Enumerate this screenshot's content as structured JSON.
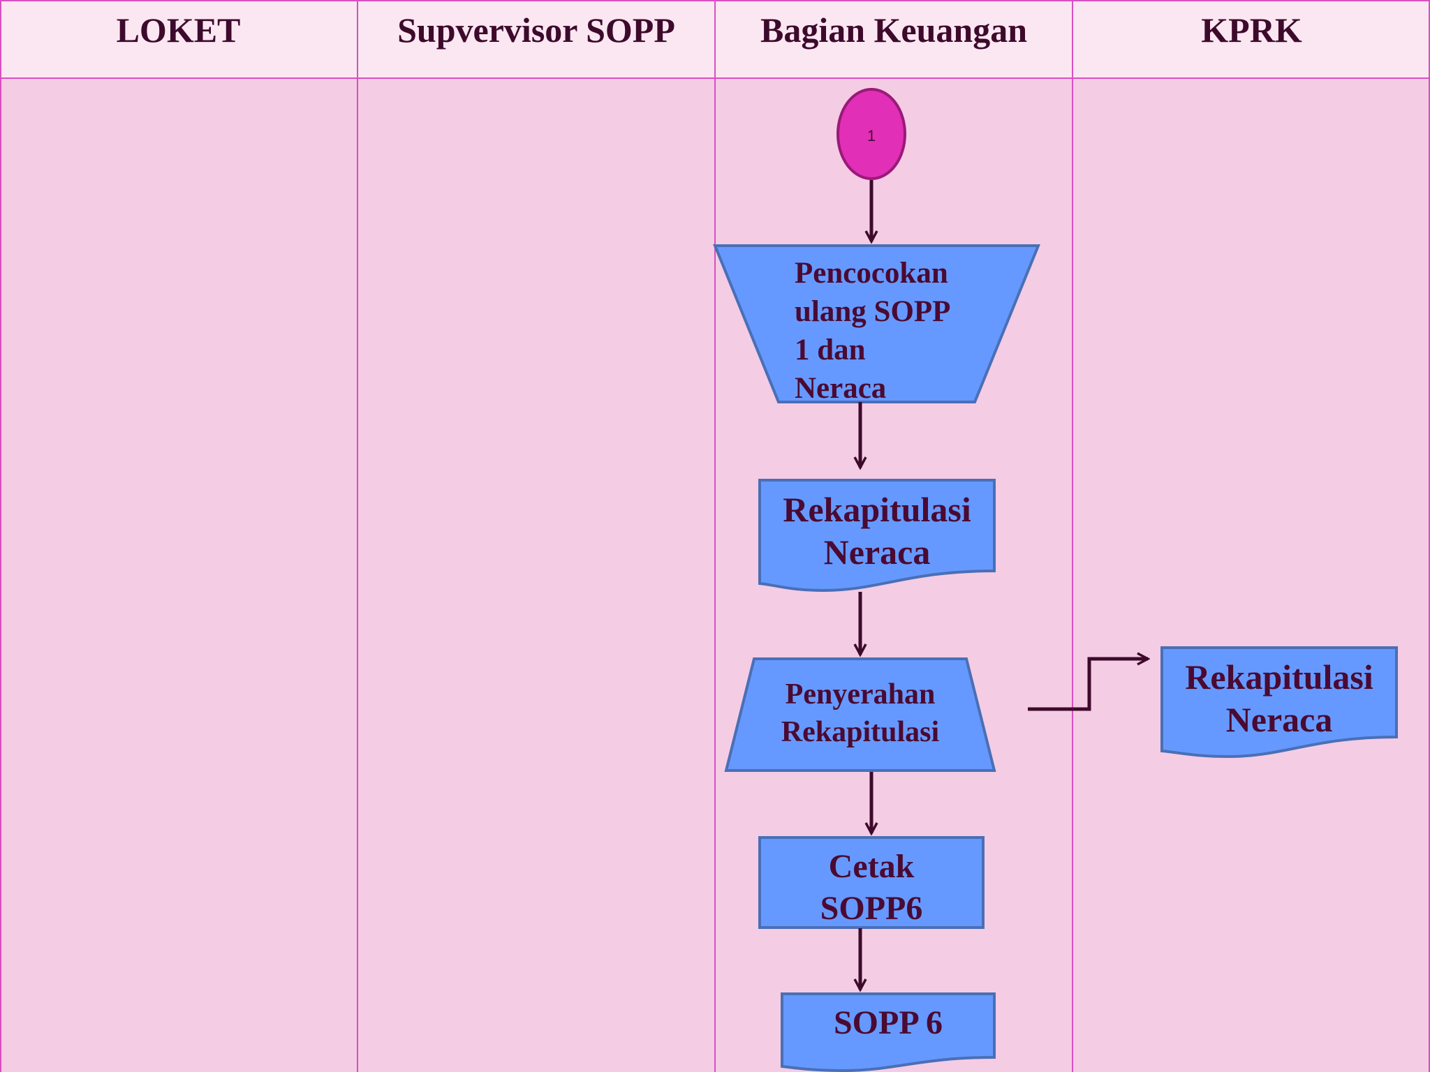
{
  "lanes": [
    "LOKET",
    "Supvervisor SOPP",
    "Bagian Keuangan",
    "KPRK"
  ],
  "nodes": {
    "connector": "1",
    "manual_operation": [
      "Pencocokan",
      "ulang SOPP",
      "1 dan",
      "Neraca"
    ],
    "doc_rekap": [
      "Rekapitulasi",
      "Neraca"
    ],
    "manual_handoff": [
      "Penyerahan",
      "Rekapitulasi"
    ],
    "process_print": [
      "Cetak",
      "SOPP6"
    ],
    "doc_sopp6": "SOPP 6",
    "kprk_doc": [
      "Rekapitulasi",
      "Neraca"
    ]
  },
  "colors": {
    "header_bg": "#fbe7f2",
    "body_bg": "#f4cce4",
    "divider": "#d94fc0",
    "shape_fill": "#6699ff",
    "shape_stroke": "#4a6fb6",
    "connector_fill": "#e22fb7",
    "arrow": "#3d0a2c",
    "text": "#4a0a32"
  }
}
